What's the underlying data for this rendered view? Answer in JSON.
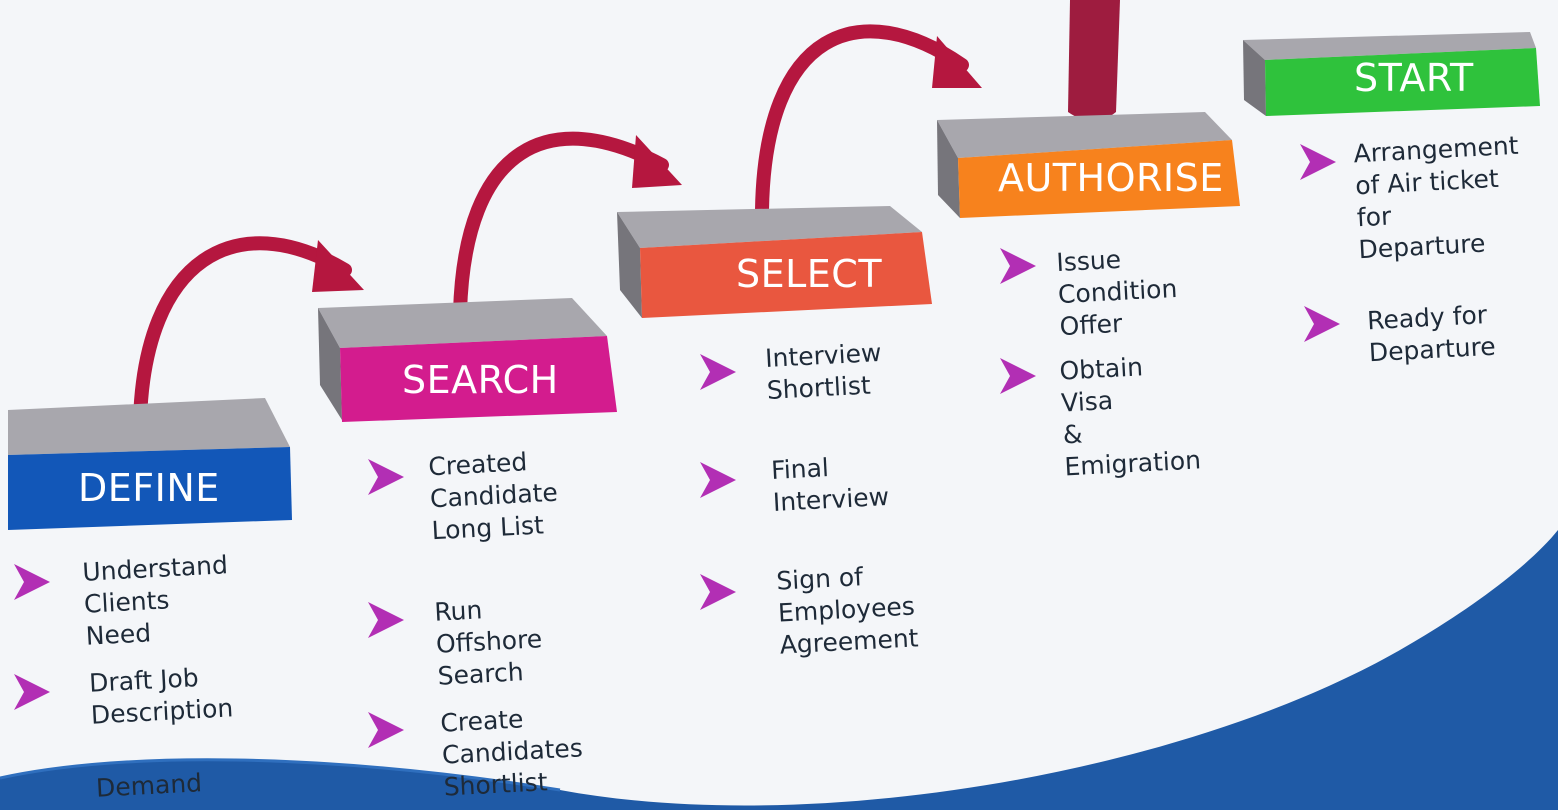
{
  "steps": [
    {
      "id": "define",
      "title": "DEFINE",
      "color": "#1257b8",
      "items": [
        "Understand\nClients Need",
        "Draft Job\nDescription",
        "Demand"
      ]
    },
    {
      "id": "search",
      "title": "SEARCH",
      "color": "#d31c8e",
      "items": [
        "Created\nCandidate\nLong List",
        "Run Offshore\nSearch",
        "Create\nCandidates\nShortlist"
      ]
    },
    {
      "id": "select",
      "title": "SELECT",
      "color": "#e9573f",
      "items": [
        "Interview\nShortlist",
        "Final\nInterview",
        "Sign of\nEmployees\nAgreement"
      ]
    },
    {
      "id": "authorise",
      "title": "AUTHORISE",
      "color": "#f7821d",
      "items": [
        "Issue\nCondition Offer",
        "Obtain Visa\n& Emigration"
      ]
    },
    {
      "id": "start",
      "title": "START",
      "color": "#2fc23c",
      "items": [
        "Arrangement\nof Air ticket for\nDeparture",
        "Ready for\nDeparture"
      ]
    }
  ],
  "colors": {
    "arrow": "#b5173f",
    "bullet": "#b22fb4",
    "box_top": "#a8a7ad",
    "box_side": "#76757b",
    "wave": "#1f5aa6",
    "text": "#1e2a38"
  }
}
